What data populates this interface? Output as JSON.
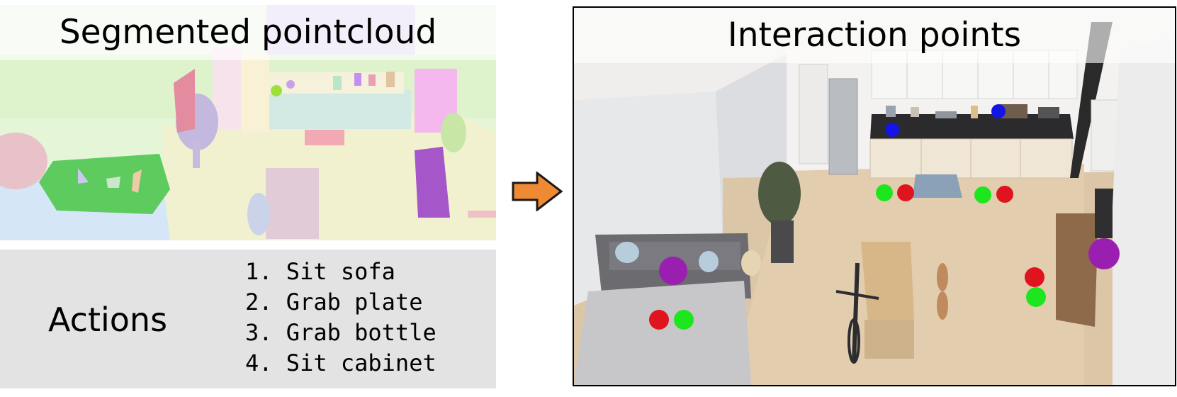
{
  "left_panel": {
    "title": "Segmented pointcloud"
  },
  "actions": {
    "label": "Actions",
    "items": [
      "1. Sit sofa",
      "2. Grab plate",
      "3. Grab bottle",
      "4. Sit cabinet"
    ]
  },
  "right_panel": {
    "title": "Interaction points"
  },
  "colors": {
    "start_point": "#e0141e",
    "end_point": "#1ee61e",
    "grab_point": "#1414e6",
    "sit_point": "#9a1fb0",
    "arrow": "#ee8a33",
    "sofa_segment": "#5ecb5e",
    "cabinet_segment": "#a556c8"
  }
}
